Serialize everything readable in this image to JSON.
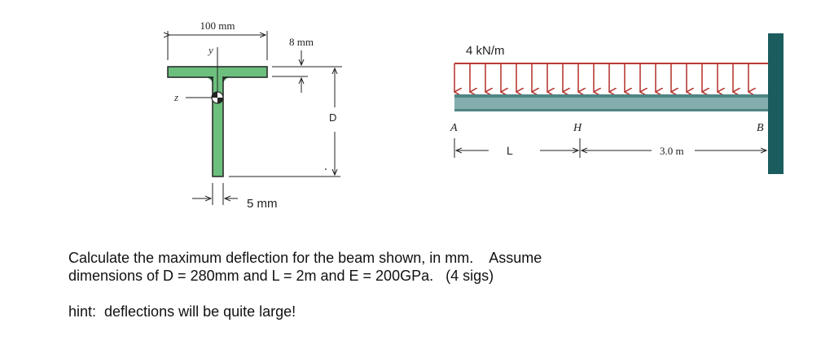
{
  "cross_section": {
    "width_label": "100 mm",
    "flange_thickness_label": "8 mm",
    "depth_label": "D",
    "web_thickness_label": "5 mm",
    "y_axis_label": "y",
    "z_axis_label": "z",
    "fill_color": "#6dbf7e"
  },
  "beam": {
    "load_label": "4 kN/m",
    "point_a": "A",
    "point_h": "H",
    "point_b": "B",
    "span_ah_label": "L",
    "span_hb_label": "3.0 m",
    "load_color": "#b83a34",
    "beam_color": "#84aeae",
    "beam_edge_color": "#4f8585",
    "wall_color": "#1b5c5e"
  },
  "problem": {
    "line1": "Calculate the maximum deflection for the beam shown, in mm.    Assume",
    "line2": "dimensions of D = 280mm and L = 2m and E = 200GPa.   (4 sigs)",
    "hint": "hint:  deflections will be quite large!"
  }
}
